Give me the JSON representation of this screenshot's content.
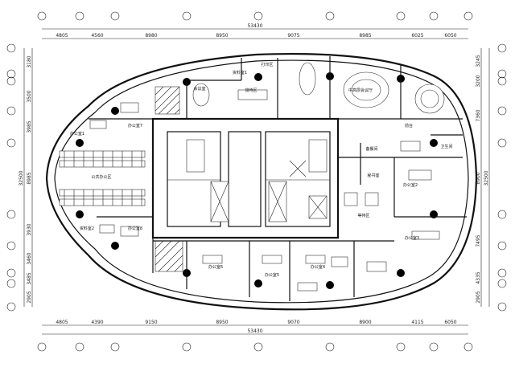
{
  "dimensions": {
    "top_total": "53430",
    "top_segments": [
      "4805",
      "4560",
      "8980",
      "8950",
      "9075",
      "8985",
      "6025",
      "6050"
    ],
    "bottom_total": "53430",
    "bottom_segments": [
      "4805",
      "4390",
      "9150",
      "8950",
      "9070",
      "8900",
      "4115",
      "6050"
    ],
    "left_segments": [
      "3180",
      "3500",
      "3985",
      "8985",
      "3930",
      "3460",
      "3485",
      "2905"
    ],
    "left_total": "32500",
    "right_segments": [
      "3245",
      "3200",
      "7360",
      "8900",
      "7495",
      "4335",
      "2905"
    ],
    "right_total": "32500"
  },
  "rooms": {
    "archive_1": "资料室1",
    "print_room": "打印区",
    "meeting_small": "会议室",
    "lounge": "接待区",
    "big_meeting": "中高层会议厅",
    "reception": "前台",
    "office_7": "办公室7",
    "office_1": "办公室1",
    "open_office": "公共办公区",
    "archive_2": "资料室2",
    "office_8": "办公室8",
    "storage": "备餐间",
    "secretary": "秘书室",
    "waiting": "等待区",
    "restroom": "卫生间",
    "office_2": "办公室2",
    "office_3": "办公室3",
    "office_4": "办公室4",
    "office_5": "办公室5",
    "office_6": "办公室6"
  }
}
